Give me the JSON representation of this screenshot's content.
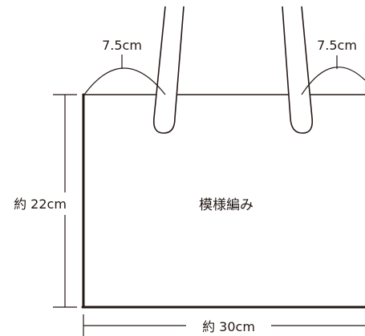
{
  "labels": {
    "handle_left_width": "7.5cm",
    "handle_right_width": "7.5cm",
    "height": "約 22cm",
    "width": "約 30cm",
    "body_pattern": "模様編み"
  },
  "colors": {
    "line": "#231815",
    "background": "#ffffff"
  }
}
